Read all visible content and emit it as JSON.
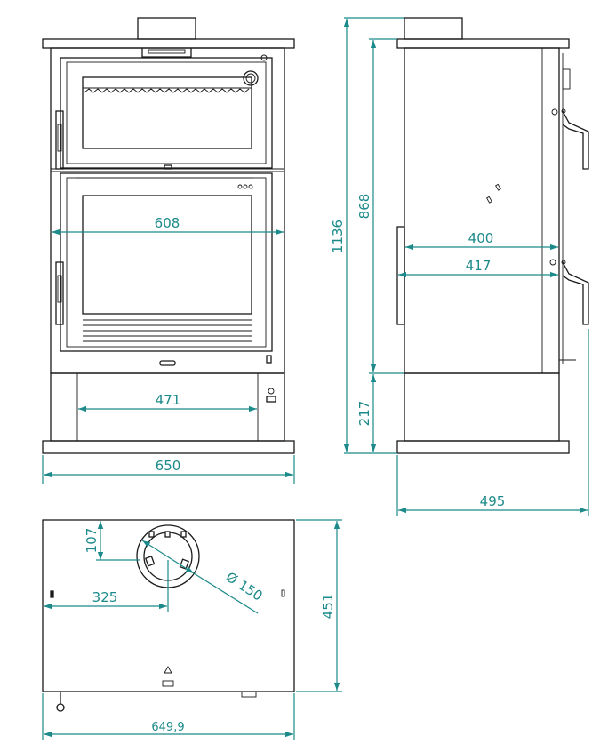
{
  "dimensions": {
    "front_width_inner": "608",
    "base_inner_width": "471",
    "front_total_width": "650",
    "total_height": "1136",
    "body_height": "868",
    "base_height": "217",
    "side_dim_upper": "400",
    "side_dim_lower": "417",
    "side_depth": "495",
    "top_flue_offset_y": "107",
    "top_flue_offset_x": "325",
    "flue_diameter": "Ø 150",
    "top_depth": "451",
    "top_width": "649,9"
  },
  "colors": {
    "outline": "#1a1a1a",
    "dimension": "#1c8a8a"
  }
}
